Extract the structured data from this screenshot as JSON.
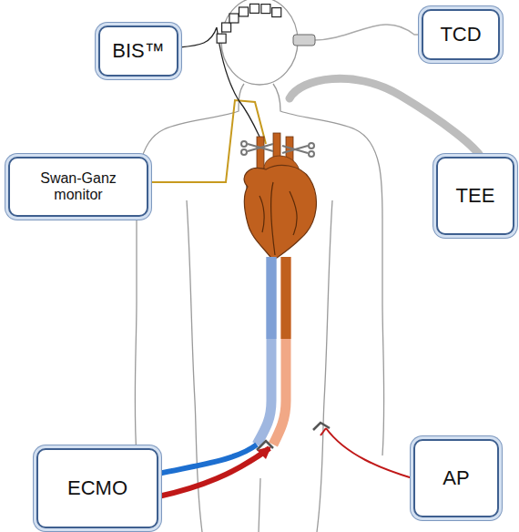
{
  "diagram": {
    "nodes": [
      {
        "text": [
          "BIS™"
        ]
      },
      {
        "text": [
          "TCD"
        ]
      },
      {
        "text": [
          "Swan-Ganz monitor"
        ]
      },
      {
        "text": [
          "TEE"
        ]
      },
      {
        "text": [
          "ECMO"
        ]
      },
      {
        "text": [
          "AP"
        ]
      }
    ]
  }
}
